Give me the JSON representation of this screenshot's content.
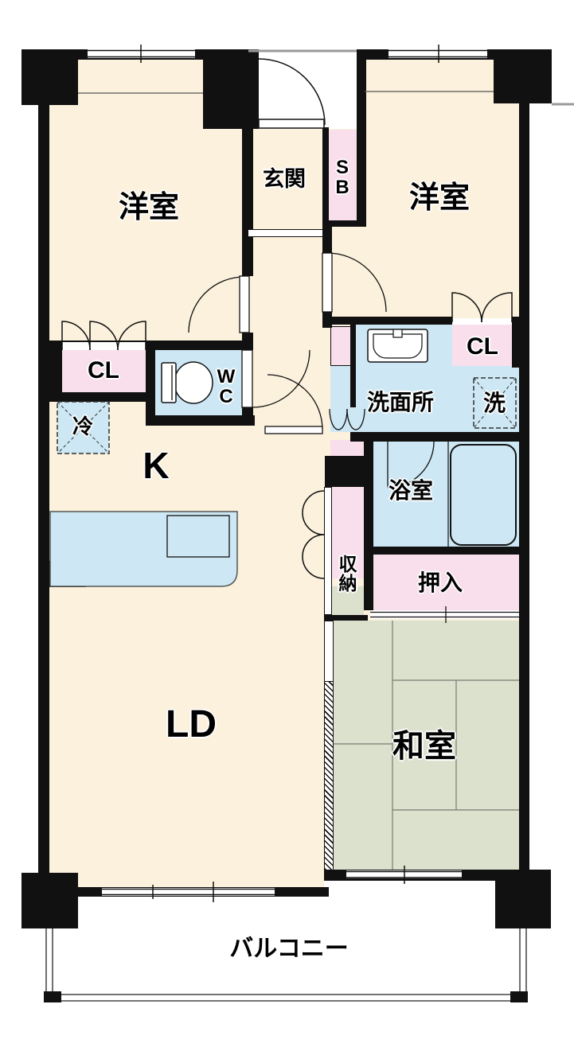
{
  "labels": {
    "western_left": "洋室",
    "western_right": "洋室",
    "entrance": "玄関",
    "shoebox_s": "S",
    "shoebox_b": "B",
    "closet_left": "CL",
    "closet_right": "CL",
    "wc_w": "W",
    "wc_c": "C",
    "fridge": "冷",
    "kitchen": "K",
    "washroom": "洗面所",
    "washer": "洗",
    "bathroom": "浴室",
    "storage_shu": "収",
    "storage_no": "納",
    "futon_closet": "押入",
    "living_dining": "LD",
    "japanese_room": "和室",
    "balcony": "バルコニー"
  },
  "colors": {
    "room_cream": "#fbf1dc",
    "closet_pink": "#f8dfeb",
    "water_blue": "#cde8f4",
    "tatami_green": "#dbe1cd",
    "wall_black": "#111111",
    "boundary_gray": "#9a9a9a"
  }
}
